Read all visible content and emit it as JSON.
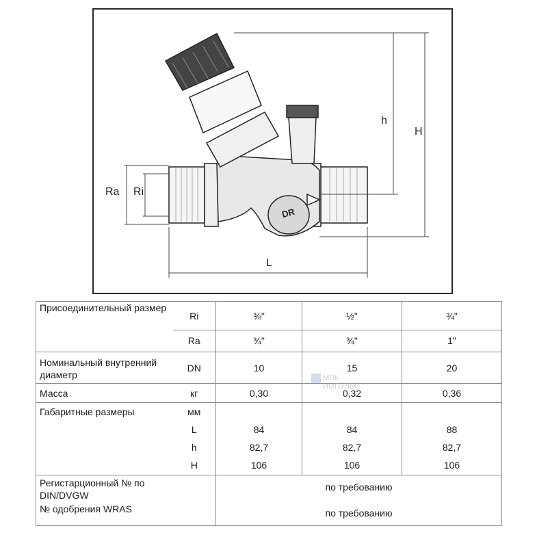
{
  "drawing": {
    "dim_Ra": "Ra",
    "dim_Ri": "Ri",
    "dim_L": "L",
    "dim_h": "h",
    "dim_H": "H",
    "body_mark": "DR"
  },
  "table": {
    "connection": {
      "label": "Присоединительный размер",
      "sub": [
        {
          "unit": "Ri",
          "values": [
            "⅜\"",
            "½\"",
            "¾\""
          ]
        },
        {
          "unit": "Ra",
          "values": [
            "¾\"",
            "¾\"",
            "1\""
          ]
        }
      ]
    },
    "dn": {
      "label": "Номинальный внутренний диаметр",
      "unit": "DN",
      "values": [
        "10",
        "15",
        "20"
      ]
    },
    "mass": {
      "label": "Масса",
      "unit": "кг",
      "values": [
        "0,30",
        "0,32",
        "0,36"
      ]
    },
    "dims": {
      "label": "Габаритные размеры",
      "unit_header": "мм",
      "rows": [
        {
          "unit": "L",
          "values": [
            "84",
            "84",
            "88"
          ]
        },
        {
          "unit": "h",
          "values": [
            "82,7",
            "82,7",
            "82,7"
          ]
        },
        {
          "unit": "H",
          "values": [
            "106",
            "106",
            "106"
          ]
        }
      ]
    },
    "reg": {
      "label": "Регистарционный № по DIN/DVGW",
      "value": "по требованию"
    },
    "wras": {
      "label": "№ одобрения WRAS",
      "value": "по требованию"
    }
  },
  "watermark": {
    "line1": "МПК",
    "line2": "ИМПУЛЬС"
  }
}
